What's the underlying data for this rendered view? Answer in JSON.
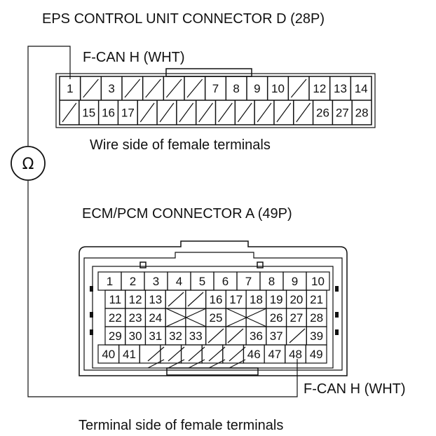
{
  "eps": {
    "title": "EPS CONTROL UNIT CONNECTOR D (28P)",
    "wire_label": "F-CAN H (WHT)",
    "caption": "Wire side of female terminals",
    "row1": [
      "1",
      "",
      "3",
      "",
      "",
      "",
      "",
      "7",
      "8",
      "9",
      "10",
      "",
      "12",
      "13",
      "14"
    ],
    "row2": [
      "",
      "15",
      "16",
      "17",
      "",
      "",
      "",
      "",
      "",
      "",
      "",
      "",
      "",
      "26",
      "27",
      "28"
    ],
    "probe_pin": "1"
  },
  "ecm": {
    "title": "ECM/PCM CONNECTOR A (49P)",
    "wire_label": "F-CAN H (WHT)",
    "caption": "Terminal side of female terminals",
    "probe_pin": "48",
    "rows": [
      [
        "1",
        "2",
        "3",
        "4",
        "5",
        "6",
        "7",
        "8",
        "9",
        "10"
      ],
      [
        "11",
        "12",
        "13",
        "",
        "",
        "16",
        "17",
        "18",
        "19",
        "20",
        "21"
      ],
      [
        "22",
        "23",
        "24",
        "",
        "",
        "25",
        "",
        "",
        "26",
        "27",
        "28"
      ],
      [
        "29",
        "30",
        "31",
        "32",
        "33",
        "",
        "",
        "36",
        "37",
        "",
        "39"
      ],
      [
        "40",
        "41",
        "",
        "",
        "",
        "",
        "",
        "46",
        "47",
        "48",
        "49"
      ]
    ]
  },
  "meter": {
    "symbol": "Ω",
    "icon": "ohmmeter-icon"
  }
}
